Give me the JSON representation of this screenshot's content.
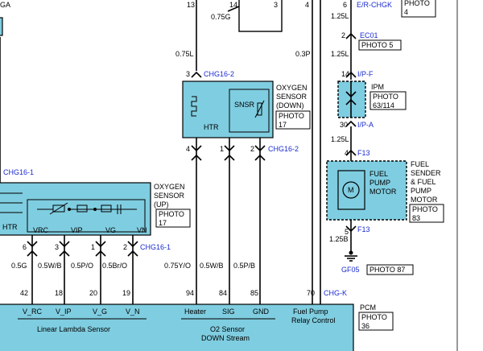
{
  "colors": {
    "component": "#7fcde0",
    "connector_label": "#1a2bd0",
    "wire": "#000000"
  },
  "top": {
    "pin13": "13",
    "pin14": "14",
    "pin3": "3",
    "pin4": "4",
    "w_075g": "0.75G",
    "w_075l": "0.75L",
    "w_03p": "0.3P",
    "pin6": "6",
    "ga": "GA",
    "erchgk": "E/R-CHGK",
    "photo_top_label": "PHOTO",
    "photo_top_num": "4",
    "w_125l_a": "1.25L",
    "w_125l_b": "1.25L"
  },
  "ec01": {
    "pin": "2",
    "label": "EC01",
    "photo": "PHOTO 5"
  },
  "o2_down": {
    "pin_top": "3",
    "conn_top": "CHG16-2",
    "name_l1": "OXYGEN",
    "name_l2": "SENSOR",
    "name_l3": "(DOWN)",
    "photo_l1": "PHOTO",
    "photo_l2": "17",
    "htr": "HTR",
    "snsr": "SNSR",
    "pin_a": "4",
    "pin_b": "1",
    "pin_c": "2",
    "conn_bottom": "CHG16-2"
  },
  "o2_up": {
    "conn_top": "CHG16-1",
    "name_l1": "OXYGEN",
    "name_l2": "SENSOR",
    "name_l3": "(UP)",
    "photo_l1": "PHOTO",
    "photo_l2": "17",
    "htr": "HTR",
    "vrc": "VRC",
    "vip": "VIP",
    "vg": "VG",
    "vn": "VN",
    "pin_6": "6",
    "pin_3": "3",
    "pin_1": "1",
    "pin_2": "2",
    "conn_bottom": "CHG16-1"
  },
  "ipm": {
    "pin_top": "14",
    "conn_top": "I/P-F",
    "name": "IPM",
    "photo_l1": "PHOTO",
    "photo_l2": "63/114",
    "pin_bottom": "30",
    "conn_bottom": "I/P-A"
  },
  "fuel": {
    "w_125l": "1.25L",
    "pin_top": "4",
    "conn_top": "F13",
    "inner_l1": "FUEL",
    "inner_l2": "PUMP",
    "inner_l3": "MOTOR",
    "m": "M",
    "name_l1": "FUEL",
    "name_l2": "SENDER",
    "name_l3": "& FUEL",
    "name_l4": "PUMP",
    "name_l5": "MOTOR",
    "photo_l1": "PHOTO",
    "photo_l2": "83",
    "pin_bottom": "5",
    "conn_bottom": "F13",
    "w_125b": "1.25B",
    "ground": "GF05",
    "ground_photo": "PHOTO 87"
  },
  "wires": {
    "w1": "0.5G",
    "w2": "0.5W/B",
    "w3": "0.5P/O",
    "w4": "0.5Br/O",
    "w5": "0.75Y/O",
    "w6": "0.5W/B",
    "w7": "0.5P/B"
  },
  "pcm": {
    "pins": [
      "42",
      "18",
      "20",
      "19",
      "94",
      "84",
      "85",
      "70"
    ],
    "conn": "CHG-K",
    "v_rc": "V_RC",
    "v_ip": "V_IP",
    "v_g": "V_G",
    "v_n": "V_N",
    "heater": "Heater",
    "sig": "SIG",
    "gnd": "GND",
    "fp_l1": "Fuel Pump",
    "fp_l2": "Relay Control",
    "linear": "Linear Lambda Sensor",
    "o2_l1": "O2 Sensor",
    "o2_l2": "DOWN Stream",
    "name": "PCM",
    "photo_l1": "PHOTO",
    "photo_l2": "36"
  }
}
